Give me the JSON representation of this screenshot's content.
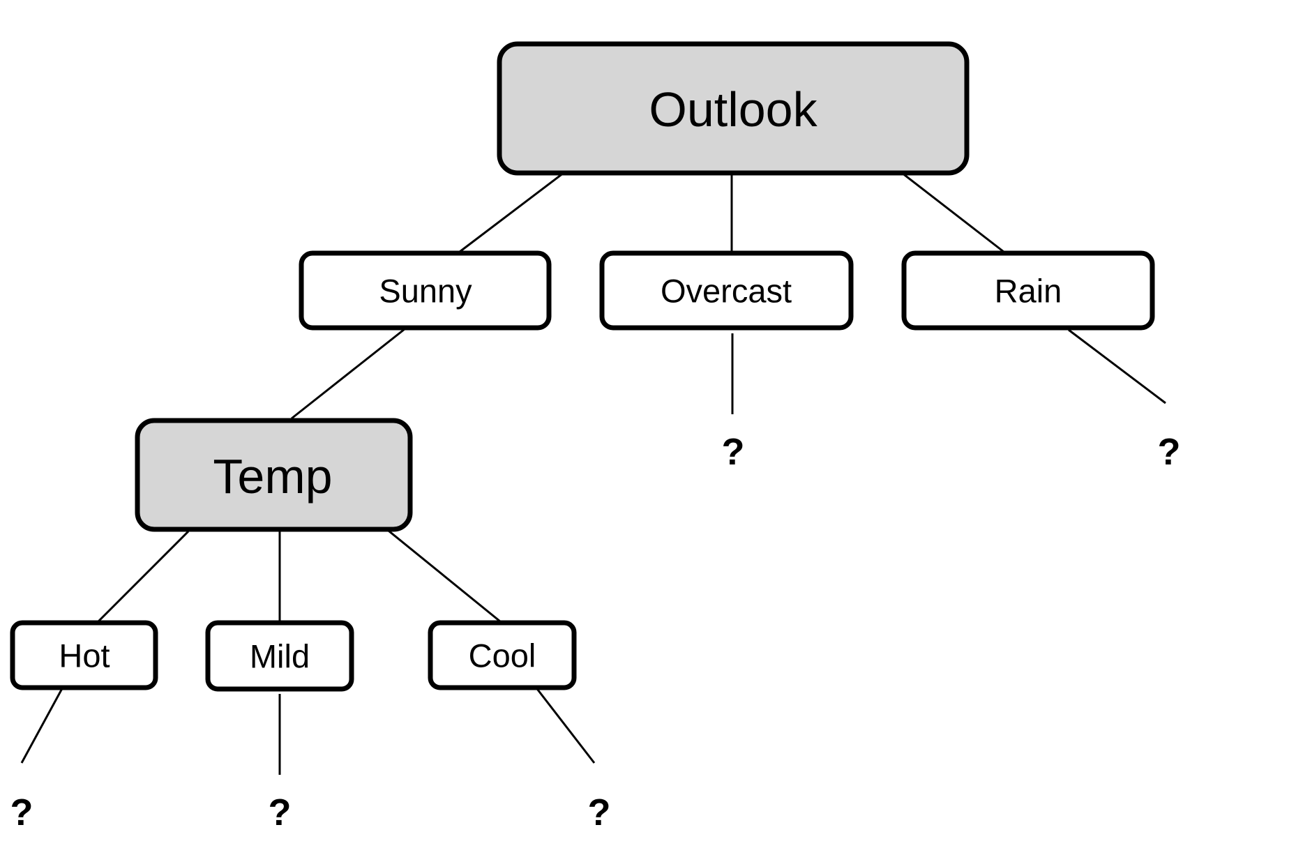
{
  "tree": {
    "root": {
      "label": "Outlook"
    },
    "outlook_values": [
      {
        "id": "sunny",
        "label": "Sunny"
      },
      {
        "id": "overcast",
        "label": "Overcast"
      },
      {
        "id": "rain",
        "label": "Rain"
      }
    ],
    "sunny_subtree": {
      "label": "Temp"
    },
    "temp_values": [
      {
        "id": "hot",
        "label": "Hot"
      },
      {
        "id": "mild",
        "label": "Mild"
      },
      {
        "id": "cool",
        "label": "Cool"
      }
    ],
    "leaves": {
      "overcast": "?",
      "rain": "?",
      "hot": "?",
      "mild": "?",
      "cool": "?"
    }
  },
  "colors": {
    "attribute_node_fill": "#d6d6d6",
    "value_node_fill": "#ffffff",
    "stroke": "#000000"
  }
}
